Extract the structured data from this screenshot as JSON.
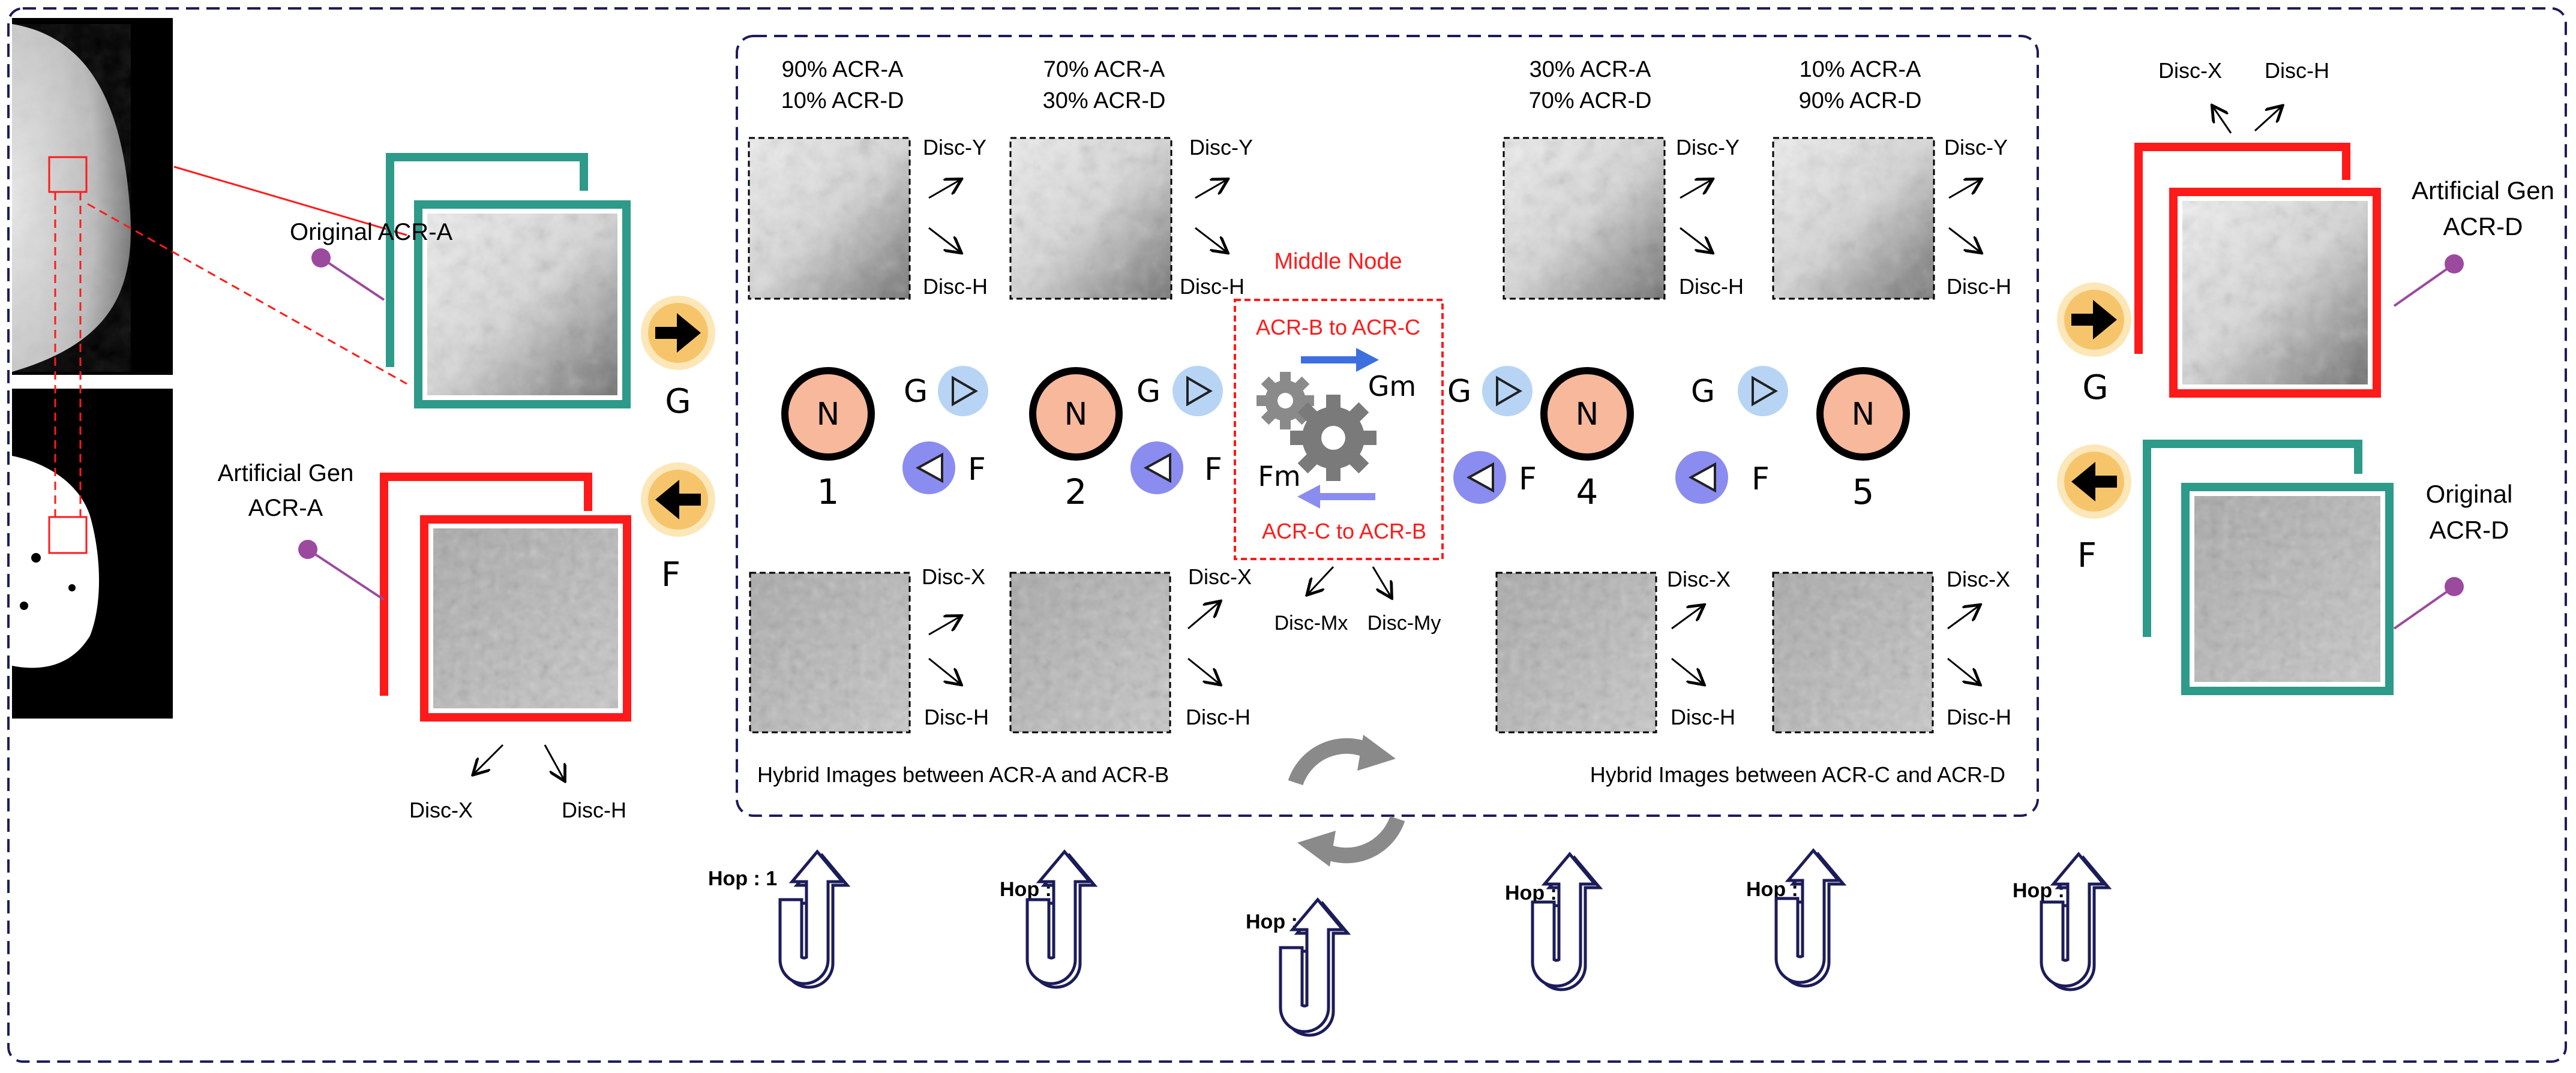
{
  "left": {
    "original_label": "Original ACR-A",
    "artificial_label": [
      "Artificial Gen",
      "ACR-A"
    ],
    "disc_x": "Disc-X",
    "disc_h": "Disc-H",
    "g_label": "G",
    "f_label": "F"
  },
  "right": {
    "artificial_label": [
      "Artificial Gen",
      "ACR-D"
    ],
    "original_label": [
      "Original",
      "ACR-D"
    ],
    "disc_x": "Disc-X",
    "disc_h": "Disc-H",
    "g_label": "G",
    "f_label": "F"
  },
  "center": {
    "top_ratios": [
      [
        "90% ACR-A",
        "10% ACR-D"
      ],
      [
        "70% ACR-A",
        "30% ACR-D"
      ],
      [
        "30% ACR-A",
        "70% ACR-D"
      ],
      [
        "10% ACR-A",
        "90% ACR-D"
      ]
    ],
    "disc_y": "Disc-Y",
    "disc_h": "Disc-H",
    "disc_x": "Disc-X",
    "node_letter": "N",
    "node_numbers": [
      "1",
      "2",
      "4",
      "5"
    ],
    "g_label": "G",
    "f_label": "F",
    "caption_left": "Hybrid Images between ACR-A and ACR-B",
    "caption_right": "Hybrid Images between ACR-C and ACR-D"
  },
  "middle_node": {
    "title": "Middle Node",
    "top_label": "ACR-B to ACR-C",
    "bottom_label": "ACR-C to ACR-B",
    "gm": "Gm",
    "fm": "Fm",
    "disc_mx": "Disc-Mx",
    "disc_my": "Disc-My"
  },
  "hops": [
    "Hop : 1",
    "Hop : 2",
    "Hop : 3",
    "Hop : 4",
    "Hop : 5",
    "Hop : 6"
  ],
  "colors": {
    "teal": "#2e9a8a",
    "red": "#ff1a1a",
    "node_fill": "#f7b89b",
    "g_button": "#b7d4f5",
    "f_button": "#8b8cf0",
    "round_button": "#f6c56b",
    "purple": "#9b4a9e",
    "navy": "#1c1c5a"
  }
}
